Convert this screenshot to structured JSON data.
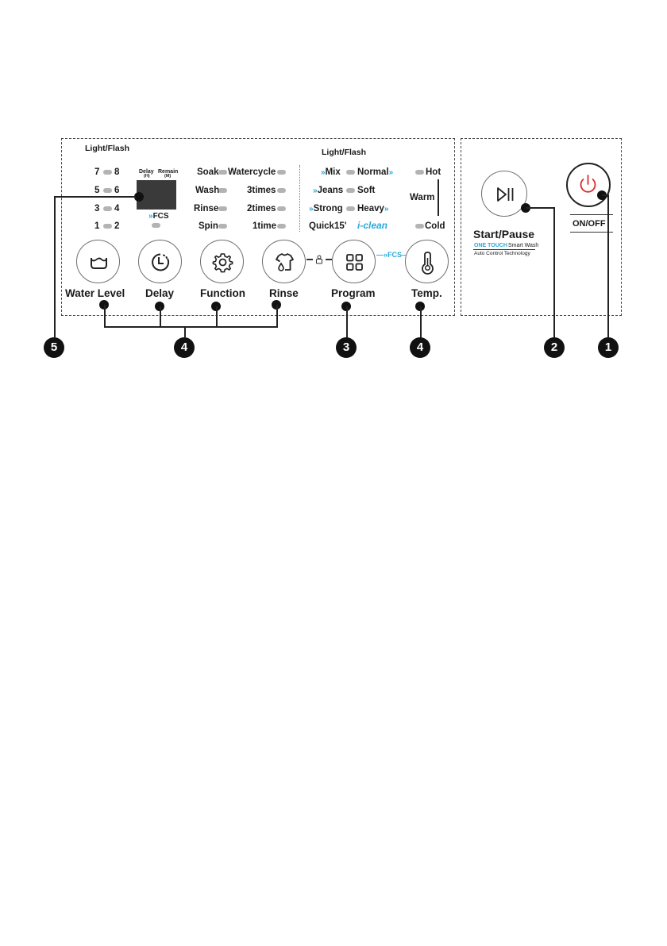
{
  "panel_left": {
    "title_left": "Light/Flash",
    "title_right": "Light/Flash",
    "water_levels": [
      "7",
      "8",
      "5",
      "6",
      "3",
      "4",
      "1",
      "2"
    ],
    "display": {
      "delay": "Delay",
      "delay_unit": "(H)",
      "remain": "Remain",
      "remain_unit": "(M)",
      "fcs": "FCS"
    },
    "function_options": [
      "Soak",
      "Wash",
      "Rinse",
      "Spin"
    ],
    "rinse_options": [
      "Watercycle",
      "3times",
      "2times",
      "1time"
    ],
    "program_left": [
      "Mix",
      "Jeans",
      "Strong",
      "Quick15'"
    ],
    "program_right": [
      "Normal",
      "Soft",
      "Heavy",
      "i-clean"
    ],
    "temp_options": {
      "hot": "Hot",
      "warm": "Warm",
      "cold": "Cold"
    },
    "fcs_link": "FCS",
    "buttons": {
      "water_level": "Water Level",
      "delay": "Delay",
      "function": "Function",
      "rinse": "Rinse",
      "program": "Program",
      "temp": "Temp."
    }
  },
  "panel_right": {
    "start_pause": "Start/Pause",
    "one_touch": "ONE TOUCH",
    "smart_wash": "Smart Wash",
    "auto_control": "Auto Control Technology",
    "on_off": "ON/OFF"
  },
  "callouts": [
    "5",
    "4",
    "3",
    "4",
    "2",
    "1"
  ],
  "colors": {
    "accent": "#2aa8d8",
    "power": "#e02a2a",
    "led": "#b3b3b3",
    "display": "#3a3a3a"
  }
}
